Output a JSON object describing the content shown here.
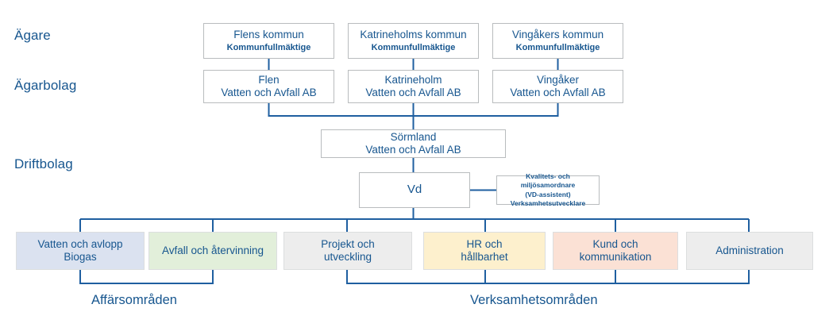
{
  "diagram": {
    "title_rows": [
      {
        "label": "Ägare"
      },
      {
        "label": "Ägarbolag"
      },
      {
        "label": "Driftbolag"
      }
    ],
    "owners": [
      {
        "name": "Flens kommun",
        "subtitle": "Kommunfullmäktige"
      },
      {
        "name": "Katrineholms kommun",
        "subtitle": "Kommunfullmäktige"
      },
      {
        "name": "Vingåkers kommun",
        "subtitle": "Kommunfullmäktige"
      }
    ],
    "owner_companies": [
      {
        "line1": "Flen",
        "line2": "Vatten och Avfall AB"
      },
      {
        "line1": "Katrineholm",
        "line2": "Vatten och Avfall AB"
      },
      {
        "line1": "Vingåker",
        "line2": "Vatten och Avfall AB"
      }
    ],
    "operating_company": {
      "line1": "Sörmland",
      "line2": "Vatten och Avfall AB"
    },
    "ceo": {
      "label": "Vd"
    },
    "staff": {
      "line1": "Kvalitets- och miljösamordnare",
      "line2": "(VD-assistent)",
      "line3": "Verksamhetsutvecklare"
    },
    "areas": [
      {
        "line1": "Vatten och avlopp",
        "line2": "Biogas",
        "color": "#dbe2f0",
        "group": "business"
      },
      {
        "line1": "Avfall och återvinning",
        "line2": "",
        "color": "#e2efda",
        "group": "business"
      },
      {
        "line1": "Projekt och",
        "line2": "utveckling",
        "color": "#ededed",
        "group": "operations"
      },
      {
        "line1": "HR och",
        "line2": "hållbarhet",
        "color": "#fdf0cd",
        "group": "operations"
      },
      {
        "line1": "Kund och",
        "line2": "kommunikation",
        "color": "#fbe1d5",
        "group": "operations"
      },
      {
        "line1": "Administration",
        "line2": "",
        "color": "#ededed",
        "group": "operations"
      }
    ],
    "group_labels": [
      {
        "label": "Affärsområden"
      },
      {
        "label": "Verksamhetsområden"
      }
    ],
    "colors": {
      "text": "#17568f",
      "connector": "#1f5fa0",
      "box_border": "#b9bcbe",
      "background": "#ffffff"
    }
  }
}
